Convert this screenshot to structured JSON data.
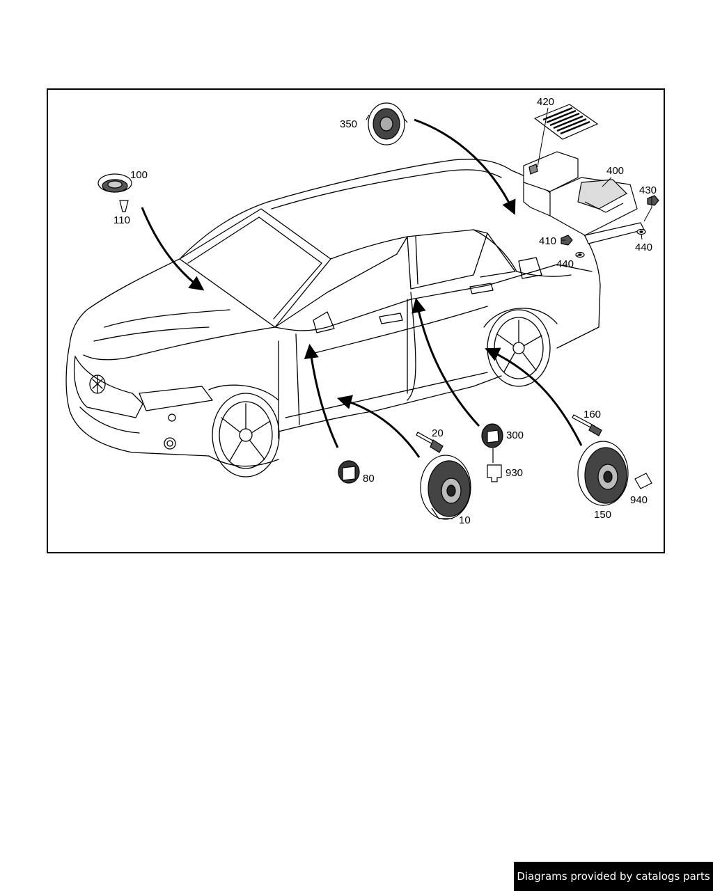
{
  "callouts": {
    "c10": "10",
    "c20": "20",
    "c80": "80",
    "c100": "100",
    "c110": "110",
    "c150": "150",
    "c160": "160",
    "c300": "300",
    "c350": "350",
    "c400": "400",
    "c410": "410",
    "c420": "420",
    "c430": "430",
    "c440a": "440",
    "c440b": "440",
    "c930": "930",
    "c940": "940"
  },
  "footer": {
    "credit": "Diagrams provided by catalogs parts"
  }
}
